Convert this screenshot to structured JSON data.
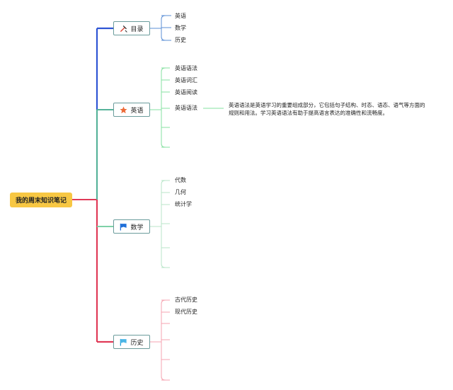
{
  "root": {
    "label": "我的周末知识笔记",
    "color": "#f7c743"
  },
  "branches": [
    {
      "id": "mulu",
      "label": "目录",
      "icon": "tools-icon",
      "color": "#2f55d4",
      "leafColor": "#5b8fd6",
      "leaves": [
        "英语",
        "数学",
        "历史"
      ]
    },
    {
      "id": "yingyu",
      "label": "英语",
      "icon": "star-icon",
      "color": "#56b39a",
      "leafColor": "#86e0a0",
      "leaves": [
        "英语语法",
        "英语词汇",
        "英语阅读",
        "英语语法",
        "",
        ""
      ]
    },
    {
      "id": "shuxue",
      "label": "数学",
      "icon": "flag-icon",
      "color": "#7fd1a8",
      "leafColor": "#b8e6c8",
      "leaves": [
        "代数",
        "几何",
        "统计学",
        "",
        "",
        ""
      ]
    },
    {
      "id": "lishi",
      "label": "历史",
      "icon": "flag-icon",
      "color": "#e03a57",
      "leafColor": "#f4a3b0",
      "leaves": [
        "古代历史",
        "现代历史",
        "",
        "",
        "",
        ""
      ]
    }
  ],
  "note": {
    "text": "英语语法是英语学习的重要组成部分，它包括句子结构、时态、语态、语气等方面的规则和用法。学习英语语法有助于提高语言表达的准确性和流畅度。"
  }
}
